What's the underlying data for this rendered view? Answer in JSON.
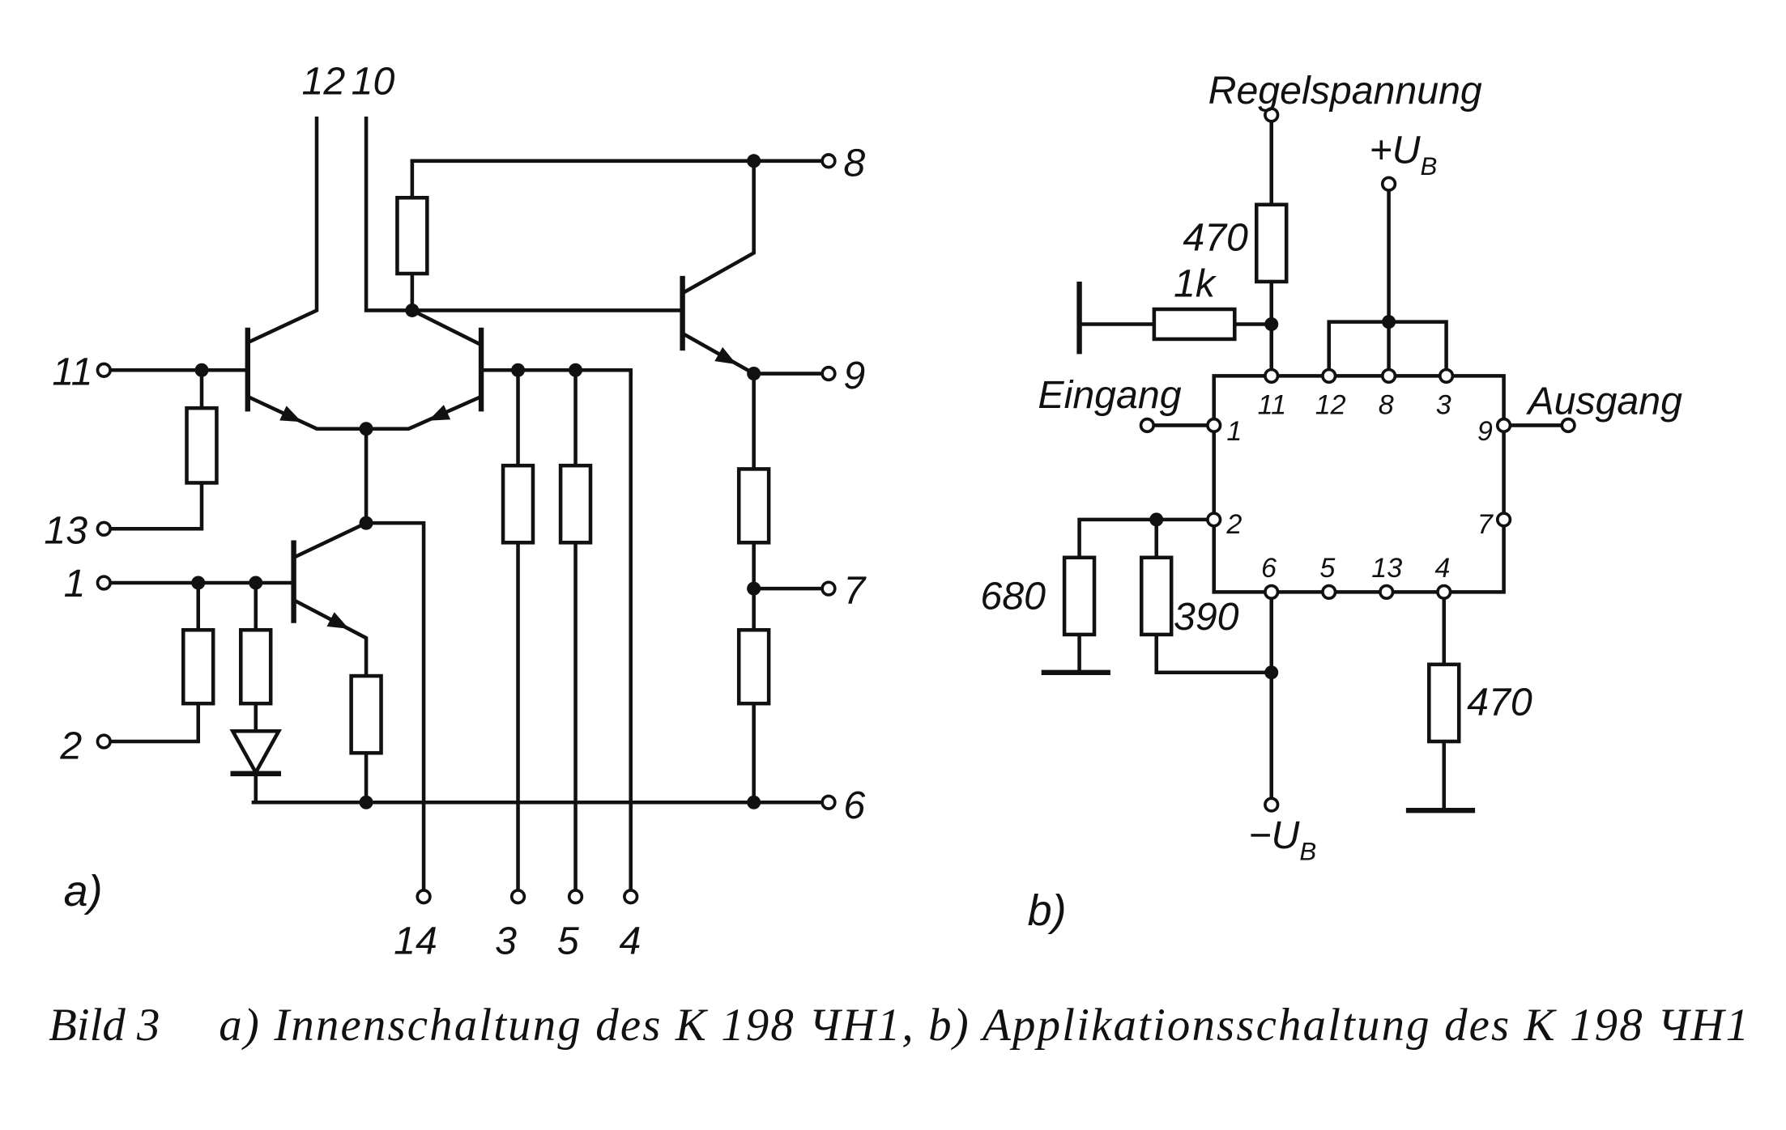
{
  "figure": {
    "panel_a": {
      "label": "a)",
      "pins": {
        "p12": "12",
        "p10": "10",
        "p8": "8",
        "p9": "9",
        "p7": "7",
        "p6": "6",
        "p11": "11",
        "p13": "13",
        "p1": "1",
        "p2": "2",
        "p14": "14",
        "p3": "3",
        "p5": "5",
        "p4": "4"
      }
    },
    "panel_b": {
      "label": "b)",
      "control_voltage": "Regelspannung",
      "supply_plus": "+U",
      "supply_minus": "−U",
      "supply_sub": "B",
      "input": "Eingang",
      "output": "Ausgang",
      "r_470_top": "470",
      "r_1k": "1k",
      "r_680": "680",
      "r_390": "390",
      "r_470_bottom": "470",
      "ic_pins": {
        "p11": "11",
        "p12": "12",
        "p8": "8",
        "p3": "3",
        "p1": "1",
        "p2": "2",
        "p9": "9",
        "p7": "7",
        "p6": "6",
        "p5": "5",
        "p13": "13",
        "p4": "4"
      }
    },
    "caption": {
      "number": "Bild 3",
      "text": "a) Innenschaltung des K 198 ЧН1, b) Applikationsschaltung des K 198 ЧН1"
    }
  }
}
